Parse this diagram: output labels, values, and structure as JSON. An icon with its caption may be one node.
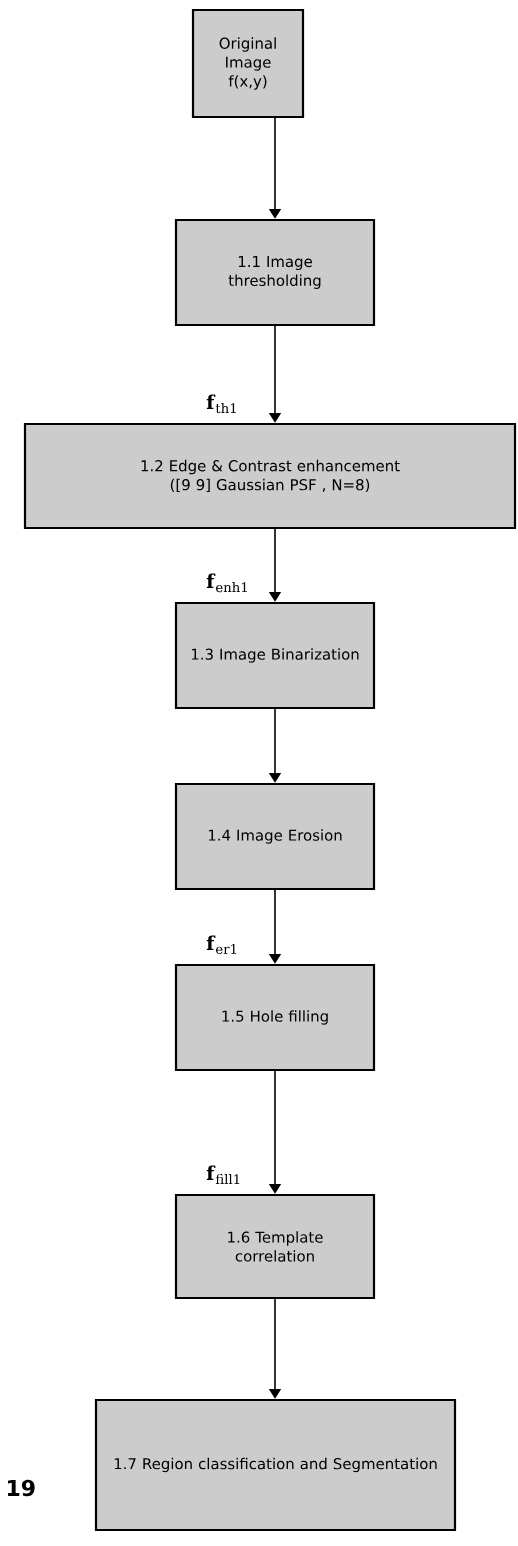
{
  "diagram": {
    "nodes": [
      {
        "text": [
          "Original Image f(x,y)"
        ]
      },
      {
        "text": [
          "1.1 Image thresholding"
        ]
      },
      {
        "text": [
          "1.2 Edge & Contrast enhancement ([9 9] Gaussian PSF , N=8)"
        ]
      },
      {
        "text": [
          "1.3 Image Binarization"
        ]
      },
      {
        "text": [
          "1.4 Image Erosion"
        ]
      },
      {
        "text": [
          "1.5 Hole filling"
        ]
      },
      {
        "text": [
          "1.6 Template correlation"
        ]
      },
      {
        "text": [
          "1.7 Region classification and Segmentation"
        ]
      }
    ],
    "edges": [
      {
        "from": 0,
        "to": 1,
        "arrow": "to"
      },
      {
        "from": 1,
        "to": 2,
        "arrow": "to",
        "label": "**f**$_{th1}$"
      },
      {
        "from": 2,
        "to": 3,
        "arrow": "to",
        "label": "**f**$_{enh1}$"
      },
      {
        "from": 3,
        "to": 4,
        "arrow": "to"
      },
      {
        "from": 4,
        "to": 5,
        "arrow": "to",
        "label": "**f**$_{er1}$"
      },
      {
        "from": 5,
        "to": 6,
        "arrow": "to",
        "label": "**f**$_{fill1}$"
      },
      {
        "from": 6,
        "to": 7,
        "arrow": "to"
      }
    ],
    "labels": [
      "19"
    ]
  }
}
